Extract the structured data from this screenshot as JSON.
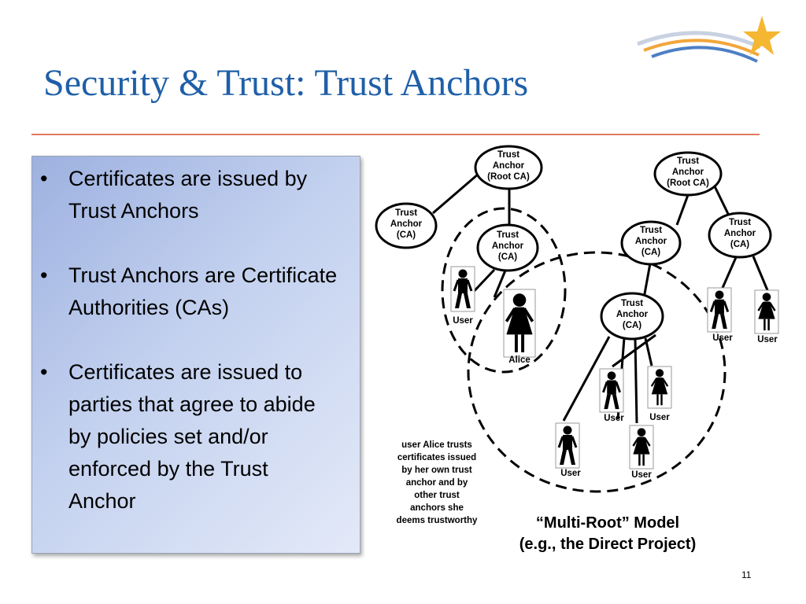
{
  "slide": {
    "title": "Security & Trust: Trust Anchors",
    "page_number": "11",
    "accent_colors": {
      "title": "#1f5fa8",
      "rule": "#e07a5f",
      "panel": "#c3d1ef"
    }
  },
  "bullets": [
    {
      "text": "Certificates are issued by Trust Anchors"
    },
    {
      "text": "Trust Anchors are Certificate Authorities (CAs)"
    },
    {
      "text": "Certificates are issued to parties that agree to abide by policies set and/or enforced by the Trust Anchor"
    }
  ],
  "diagram": {
    "nodes": [
      {
        "id": "root1",
        "lines": [
          "Trust",
          "Anchor",
          "(Root CA)"
        ]
      },
      {
        "id": "ca_left",
        "lines": [
          "Trust",
          "Anchor",
          "(CA)"
        ]
      },
      {
        "id": "ca_mid",
        "lines": [
          "Trust",
          "Anchor",
          "(CA)"
        ]
      },
      {
        "id": "root2",
        "lines": [
          "Trust",
          "Anchor",
          "(Root CA)"
        ]
      },
      {
        "id": "ca_r2",
        "lines": [
          "Trust",
          "Anchor",
          "(CA)"
        ]
      },
      {
        "id": "ca_r3",
        "lines": [
          "Trust",
          "Anchor",
          "(CA)"
        ]
      },
      {
        "id": "ca_center",
        "lines": [
          "Trust",
          "Anchor",
          "(CA)"
        ]
      }
    ],
    "people": [
      {
        "id": "u1",
        "gender": "male",
        "label": "User"
      },
      {
        "id": "alice",
        "gender": "female",
        "label": "Alice"
      },
      {
        "id": "u2",
        "gender": "male",
        "label": "User"
      },
      {
        "id": "u3",
        "gender": "female",
        "label": "User"
      },
      {
        "id": "u4",
        "gender": "male",
        "label": "User"
      },
      {
        "id": "u5",
        "gender": "female",
        "label": "User"
      },
      {
        "id": "u6",
        "gender": "male",
        "label": "User"
      },
      {
        "id": "u7",
        "gender": "female",
        "label": "User"
      }
    ],
    "note_lines": [
      "user Alice trusts",
      "certificates issued",
      "by her own trust",
      "anchor and by",
      "other trust",
      "anchors she",
      "deems trustworthy"
    ],
    "caption_lines": [
      "“Multi-Root” Model",
      "(e.g., the Direct Project)"
    ]
  },
  "icons": {
    "logo": "shooting-star-icon"
  }
}
